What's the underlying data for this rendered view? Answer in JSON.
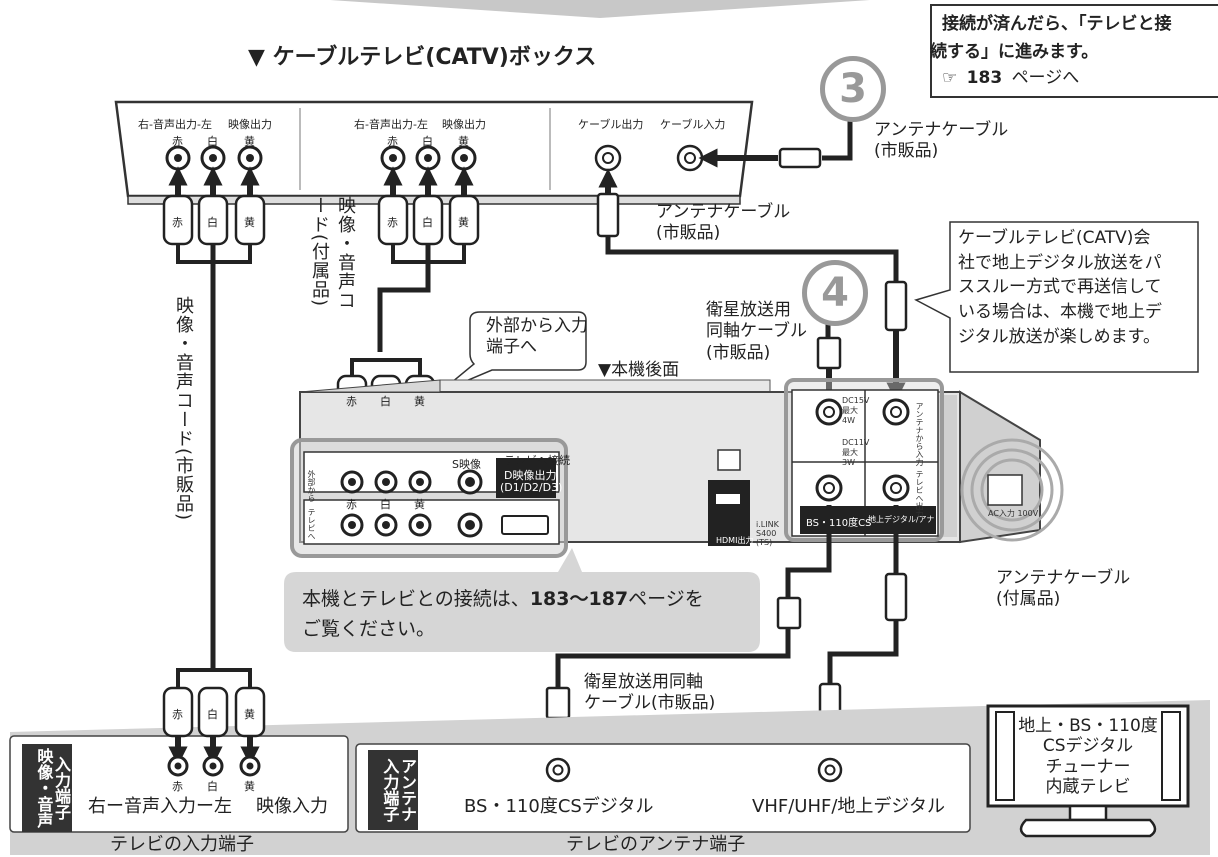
{
  "top_note": {
    "line1": "接続が済んだら、「テレビと接",
    "line2": "続する」に進みます。",
    "ref_icon": "☞",
    "ref_page": "183",
    "ref_suffix": "ページへ"
  },
  "catv": {
    "title": "▼ ケーブルテレビ(CATV)ボックス",
    "audio_out_label": "右-音声出力-左",
    "video_out_label": "映像出力",
    "cable_out_label": "ケーブル出力",
    "cable_in_label": "ケーブル入力"
  },
  "plugs": {
    "red": "赤",
    "white": "白",
    "yellow": "黄"
  },
  "steps": {
    "three": "3",
    "four": "4"
  },
  "labels": {
    "antenna_cable_sold_1": [
      "アンテナケーブル",
      "(市販品)"
    ],
    "antenna_cable_sold_2": [
      "アンテナケーブル",
      "(市販品)"
    ],
    "av_cord_supplied": "映像・音声コード(付属品)",
    "av_cord_sold": "映像・音声コード(市販品)",
    "external_input": [
      "外部から入力",
      "端子へ"
    ],
    "sat_coax_top": [
      "衛星放送用",
      "同軸ケーブル",
      "(市販品)"
    ],
    "rear_panel": "▼本機後面",
    "catv_note": [
      "ケーブルテレビ(CATV)会",
      "社で地上デジタル放送をパ",
      "ススルー方式で再送信して",
      "いる場合は、本機で地上デ",
      "ジタル放送が楽しめます。"
    ],
    "antenna_cable_supplied": [
      "アンテナケーブル",
      "(付属品)"
    ],
    "tv_connect_note_1": "本機とテレビとの接続は、",
    "tv_connect_note_pages": "183〜187",
    "tv_connect_note_2": "ページを",
    "tv_connect_note_3": "ご覧ください。",
    "sat_coax_bottom": [
      "衛星放送用同軸",
      "ケーブル(市販品)"
    ]
  },
  "recorder": {
    "s_video": "S映像",
    "tv_connection": "テレビへ接続",
    "d_video_out": "D映像出力",
    "d_video_out_modes": "(D1/D2/D3)",
    "hdmi_out": "HDMI出力",
    "ac_input": "AC入力 100V",
    "bs_cs_label": "BS・110度CS",
    "terrestrial_label": "地上デジタル/アナログ(VHF/UHF)",
    "ext_input_side": "外部から",
    "tv_side": "テレビへ",
    "antenna_from": "アンテナから入力",
    "tv_out": "テレビへ出力",
    "dc15v": "DC15V 最大4W",
    "dc11v": "DC11V 最大3W",
    "link": "i.LINK S400 (TS)"
  },
  "tv_inputs": {
    "tag": "入力端子 映像・音声",
    "audio_in": "右ー音声入力ー左",
    "video_in": "映像入力",
    "caption": "テレビの入力端子"
  },
  "tv_antenna": {
    "tag": "アンテナ 入力端子",
    "bs_cs": "BS・110度CSデジタル",
    "vhf_uhf": "VHF/UHF/地上デジタル",
    "caption": "テレビのアンテナ端子"
  },
  "tv_set": [
    "地上・BS・110度",
    "CSデジタル",
    "チューナー",
    "内蔵テレビ"
  ]
}
